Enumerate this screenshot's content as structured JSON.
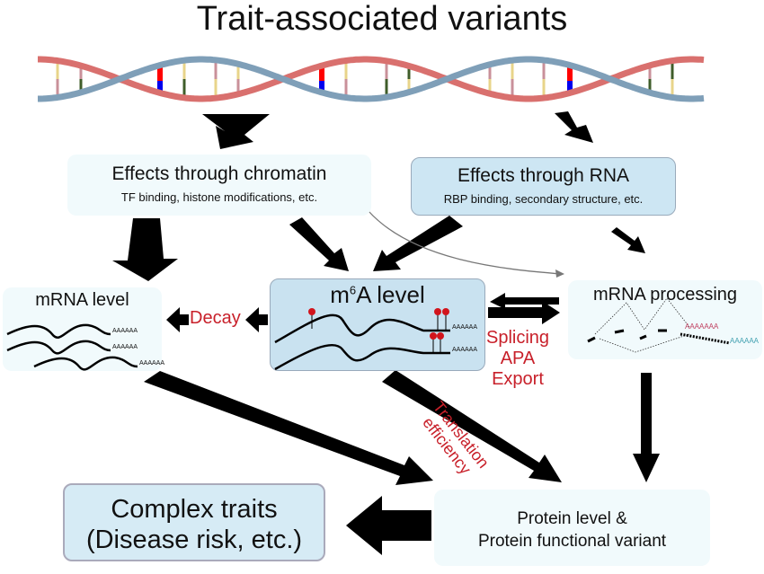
{
  "title": "Trait-associated variants",
  "chromatin": {
    "title": "Effects through chromatin",
    "sub": "TF binding, histone modifications, etc."
  },
  "rna": {
    "title": "Effects through RNA",
    "sub": "RBP binding, secondary structure, etc."
  },
  "mrna_level": {
    "title": "mRNA level",
    "tail": "AAAAAA"
  },
  "m6a": {
    "m": "m",
    "sup": "6",
    "rest": "A level",
    "tail": "AAAAAA"
  },
  "processing": {
    "title": "mRNA processing",
    "tail1": "AAAAAAA",
    "tail2": "AAAAAA"
  },
  "labels": {
    "decay": "Decay",
    "splicing": "Splicing",
    "apa": "APA",
    "export": "Export",
    "translation": "Translation",
    "efficiency": "efficiency"
  },
  "complex": {
    "line1": "Complex traits",
    "line2": "(Disease risk, etc.)"
  },
  "protein": {
    "line1": "Protein level &",
    "line2": "Protein functional variant"
  },
  "colors": {
    "accent_red": "#c8202a",
    "box_blue": "#c9e2f0",
    "box_light": "#f1fafc",
    "strand_red": "#d9706e",
    "strand_blue": "#7f9fb8",
    "variant_red": "#ff0000",
    "variant_blue": "#0000ee"
  }
}
